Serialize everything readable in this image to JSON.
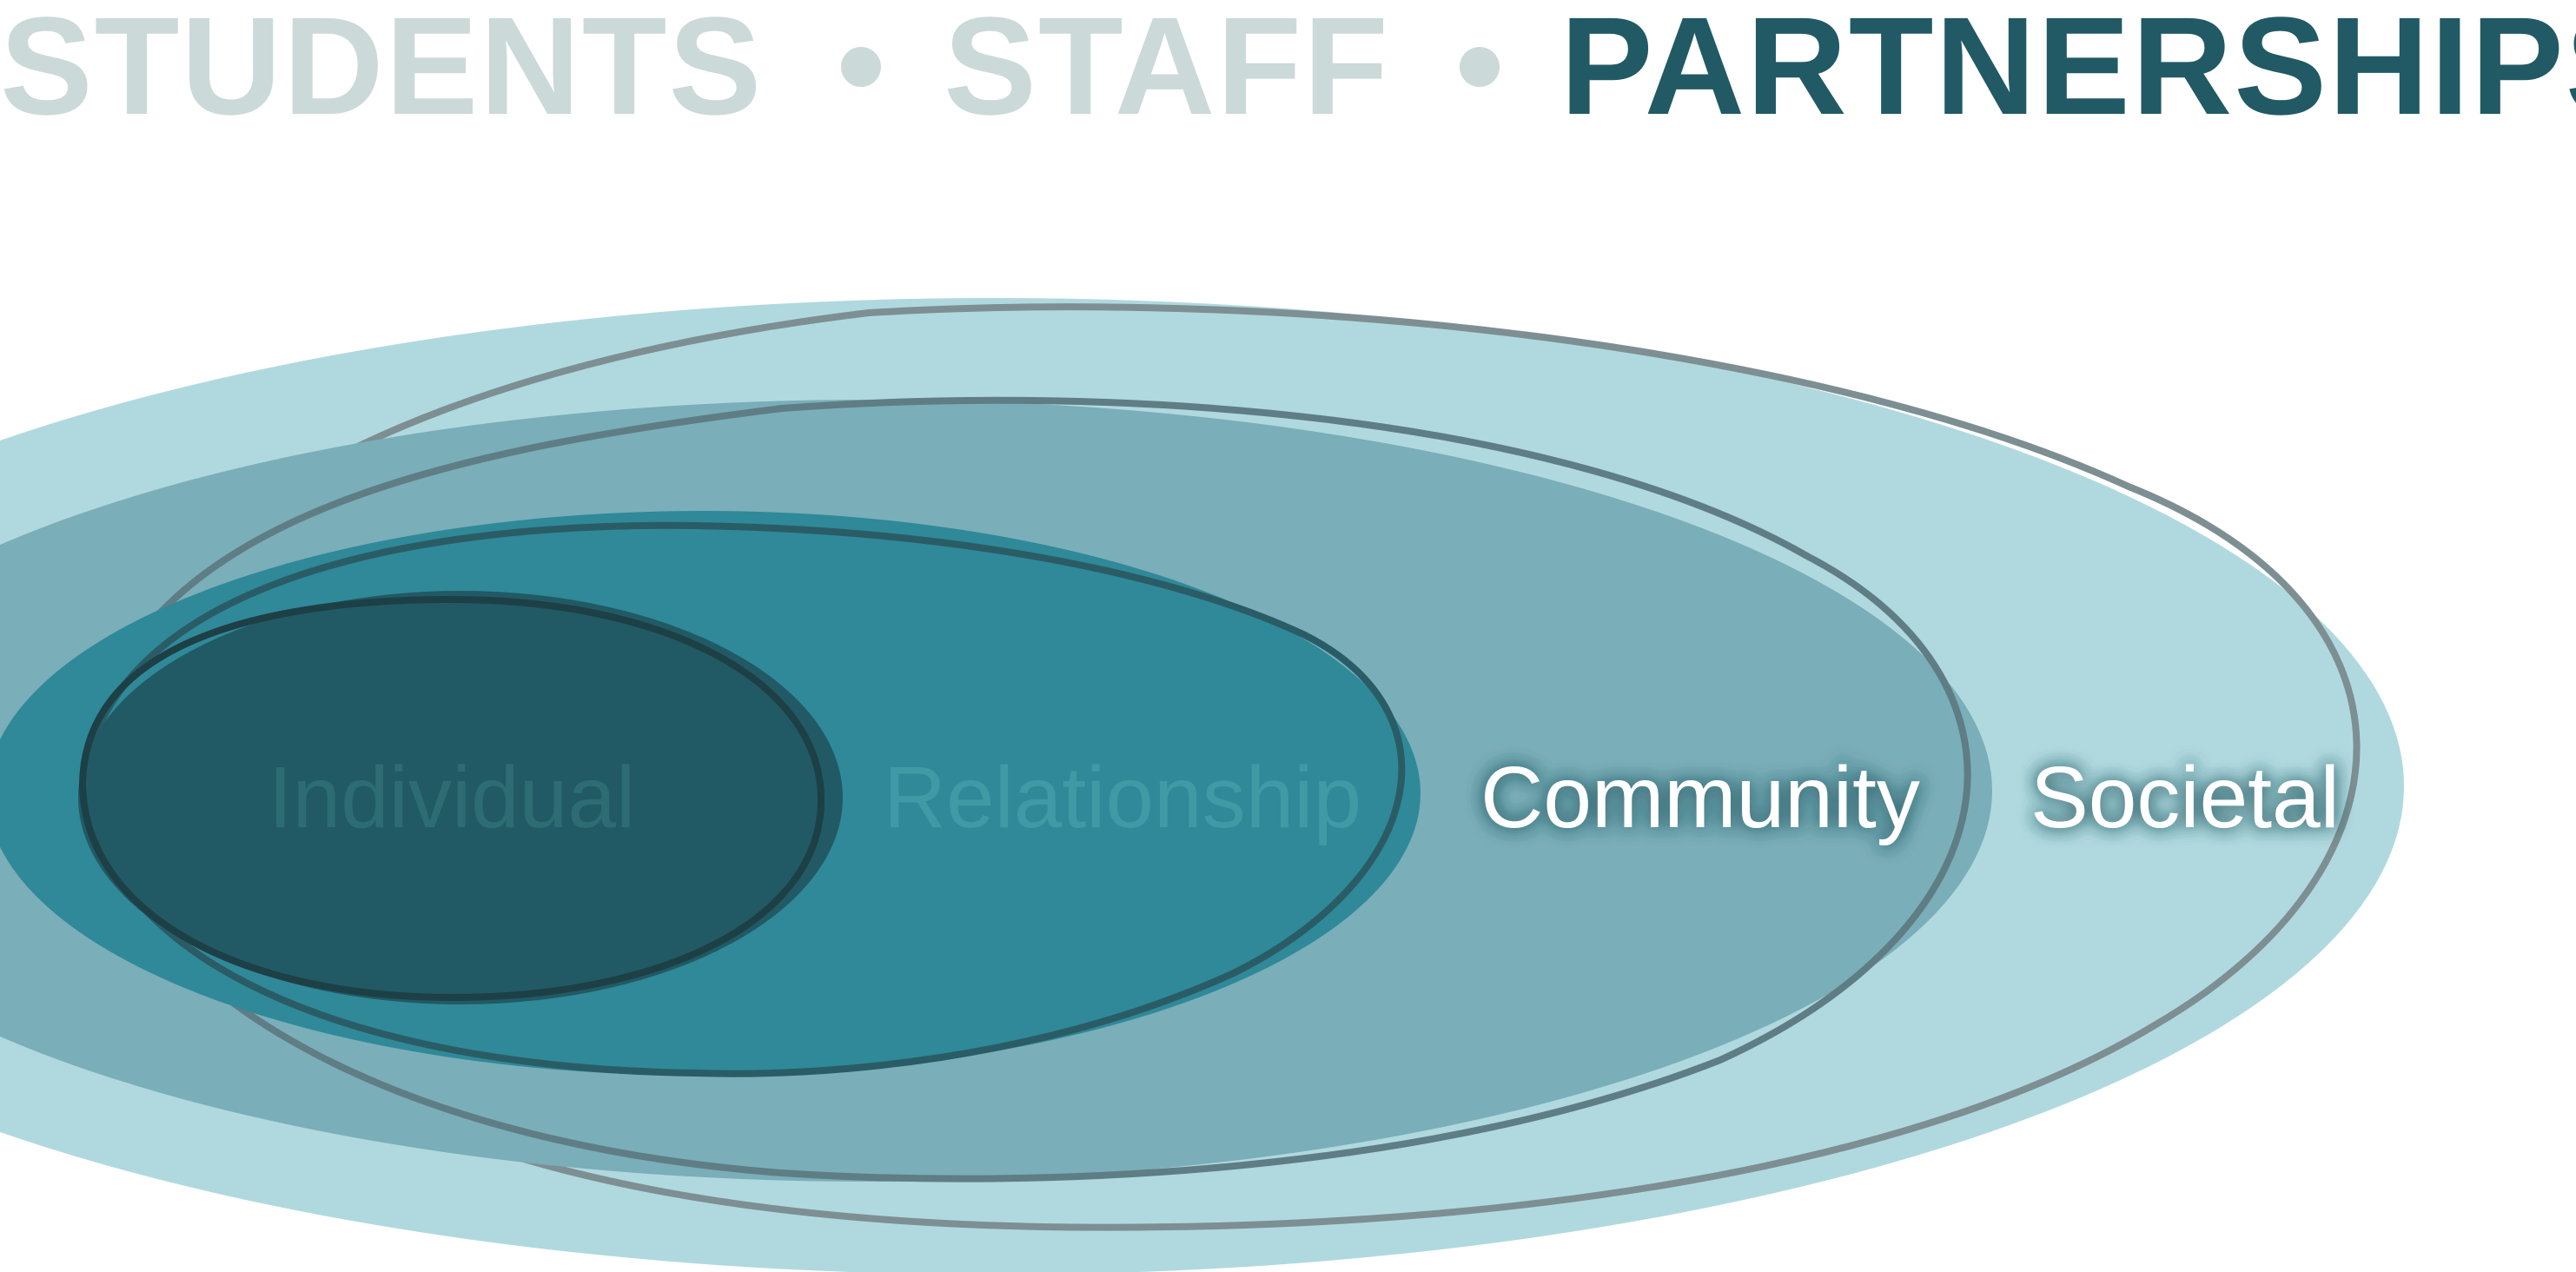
{
  "header": {
    "words": [
      {
        "text": "STUDENTS",
        "state": "faded"
      },
      {
        "text": "STAFF",
        "state": "faded"
      },
      {
        "text": "PARTNERSHIPS",
        "state": "active"
      }
    ],
    "separator": "dot"
  },
  "diagram": {
    "levels": [
      {
        "label": "Societal",
        "fill": "#b0d9df",
        "stroke": "#7d8f93",
        "text_color": "#ffffff"
      },
      {
        "label": "Community",
        "fill": "#7aaeb9",
        "stroke": "#5f7d84",
        "text_color": "#ffffff"
      },
      {
        "label": "Relationship",
        "fill": "#2f8998",
        "stroke": "#2a5c66",
        "text_color": "#3f9aa6"
      },
      {
        "label": "Individual",
        "fill": "#215a64",
        "stroke": "#1d3f46",
        "text_color": "#2e6c73"
      }
    ]
  },
  "colors": {
    "faded": "#cbd9d9",
    "active": "#215a64"
  }
}
